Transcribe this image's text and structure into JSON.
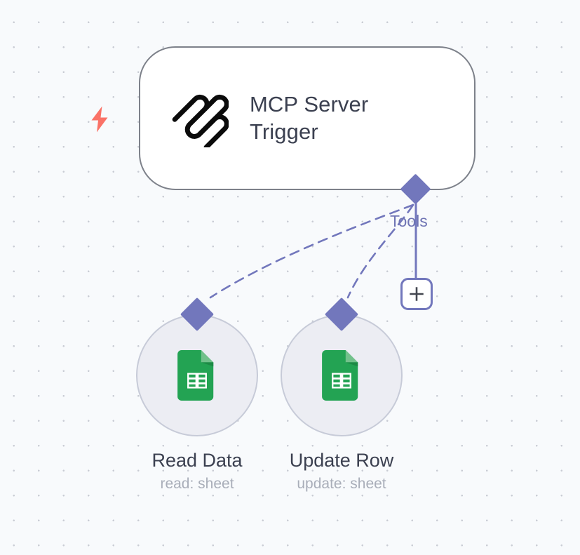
{
  "canvas": {
    "background_color": "#f8fafc",
    "dot_color": "#c9ccd4",
    "grid_spacing": 35
  },
  "trigger": {
    "title": "MCP Server Trigger",
    "icon": "mcp-logo-icon",
    "border_color": "#7d818a",
    "background_color": "#ffffff",
    "text_color": "#3b4050",
    "badge": {
      "icon": "lightning-bolt-icon",
      "color": "#fa7267"
    },
    "output_port": {
      "label": "Tools",
      "label_color": "#6f74b4",
      "shape": "diamond",
      "color": "#7277bc"
    }
  },
  "add_button": {
    "icon": "plus-icon",
    "border_color": "#7277bc",
    "glyph_color": "#444750"
  },
  "tools": [
    {
      "id": "read-data",
      "name": "Read Data",
      "subtitle": "read: sheet",
      "icon": "google-sheets-icon",
      "icon_color": "#23a353",
      "circle_fill": "#ecedf3",
      "circle_border": "#c7cbd8",
      "port_color": "#7277bc"
    },
    {
      "id": "update-row",
      "name": "Update Row",
      "subtitle": "update: sheet",
      "icon": "google-sheets-icon",
      "icon_color": "#23a353",
      "circle_fill": "#ecedf3",
      "circle_border": "#c7cbd8",
      "port_color": "#7277bc"
    }
  ],
  "edges": {
    "style": "dashed",
    "color": "#7277bc",
    "connector_line_color": "#7277bc",
    "connections": [
      {
        "from": "Tools",
        "to": "Read Data"
      },
      {
        "from": "Tools",
        "to": "Update Row"
      },
      {
        "from": "Tools",
        "to": "add-button"
      }
    ]
  }
}
